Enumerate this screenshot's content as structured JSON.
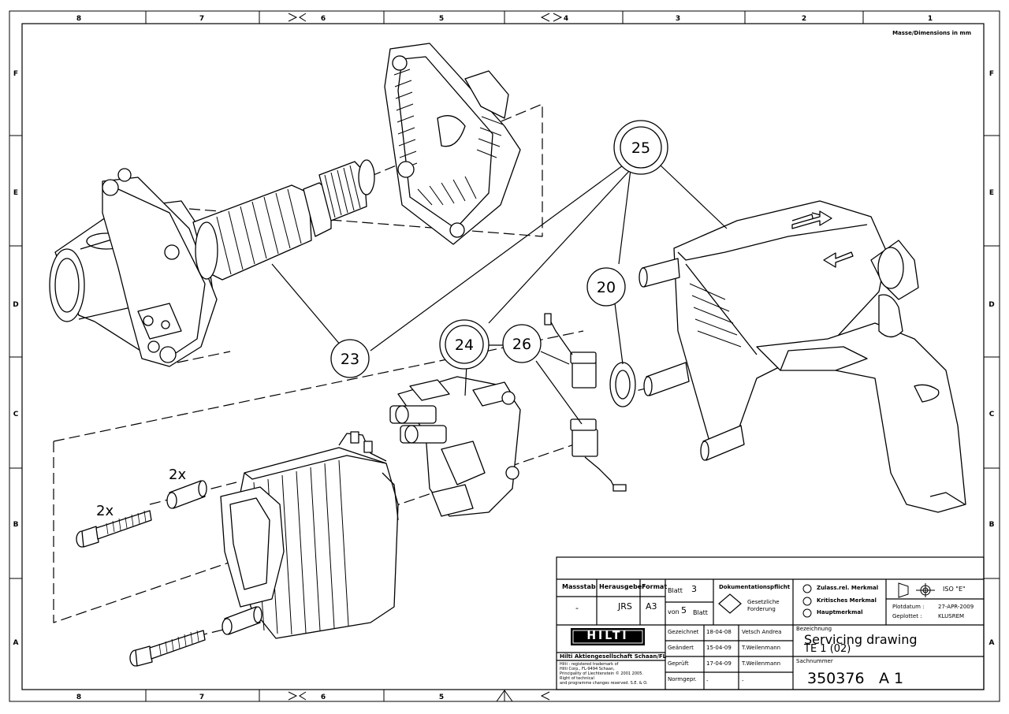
{
  "border": {
    "columns": [
      "8",
      "7",
      "6",
      "5",
      "4",
      "3",
      "2",
      "1"
    ],
    "rows": [
      "F",
      "E",
      "D",
      "C",
      "B",
      "A"
    ]
  },
  "units_note": "Masse/Dimensions in mm",
  "callouts": {
    "c25": "25",
    "c20": "20",
    "c23": "23",
    "c24": "24",
    "c26": "26"
  },
  "quantities": {
    "q1": "2x",
    "q2": "2x"
  },
  "title_block": {
    "massstab_label": "Massstab",
    "massstab_value": "-",
    "herausgeber_label": "Herausgeber",
    "herausgeber_value": "JRS",
    "format_label": "Format",
    "format_value": "A3",
    "blatt_label": "Blatt",
    "blatt_value": "3",
    "von_label": "von",
    "von_value": "5",
    "von_suffix": "Blatt",
    "doku_label": "Dokumentationspflicht",
    "doku_sub1": "Gesetzliche",
    "doku_sub2": "Forderung",
    "merkmal1": "Zulass.rel. Merkmal",
    "merkmal2": "Kritisches Merkmal",
    "merkmal3": "Hauptmerkmal",
    "iso": "ISO \"E\"",
    "plotdatum_label": "Plotdatum :",
    "plotdatum_value": "27-APR-2009",
    "geplottet_label": "Geplottet :",
    "geplottet_value": "KLUSREM",
    "logo": "HILTI",
    "company": "Hilti Aktiengesellschaft Schaan/FL",
    "legal1": "Hilti : registered trademark of",
    "legal2": "Hilti Corp., FL-9494 Schaan,",
    "legal3": "Principality of Liechtenstein © 2001 2005.",
    "legal4": "Right of technical",
    "legal5": "and programme changes reserved. S.E. & O.",
    "gezeichnet_label": "Gezeichnet",
    "gezeichnet_date": "18-04-08",
    "gezeichnet_name": "Vetsch Andrea",
    "geaendert_label": "Geändert",
    "geaendert_date": "15-04-09",
    "geaendert_name": "T.Weilenmann",
    "geprueft_label": "Geprüft",
    "geprueft_date": "17-04-09",
    "geprueft_name": "T.Weilenmann",
    "normgepr_label": "Normgepr.",
    "normgepr_date": "-",
    "normgepr_name": "-",
    "bezeichnung_label": "Bezeichnung",
    "title_line1": "Servicing drawing",
    "title_line2": "TE 1 (02)",
    "sachnummer_label": "Sachnummer",
    "sachnummer_value": "350376",
    "revision_value": "A 1"
  }
}
